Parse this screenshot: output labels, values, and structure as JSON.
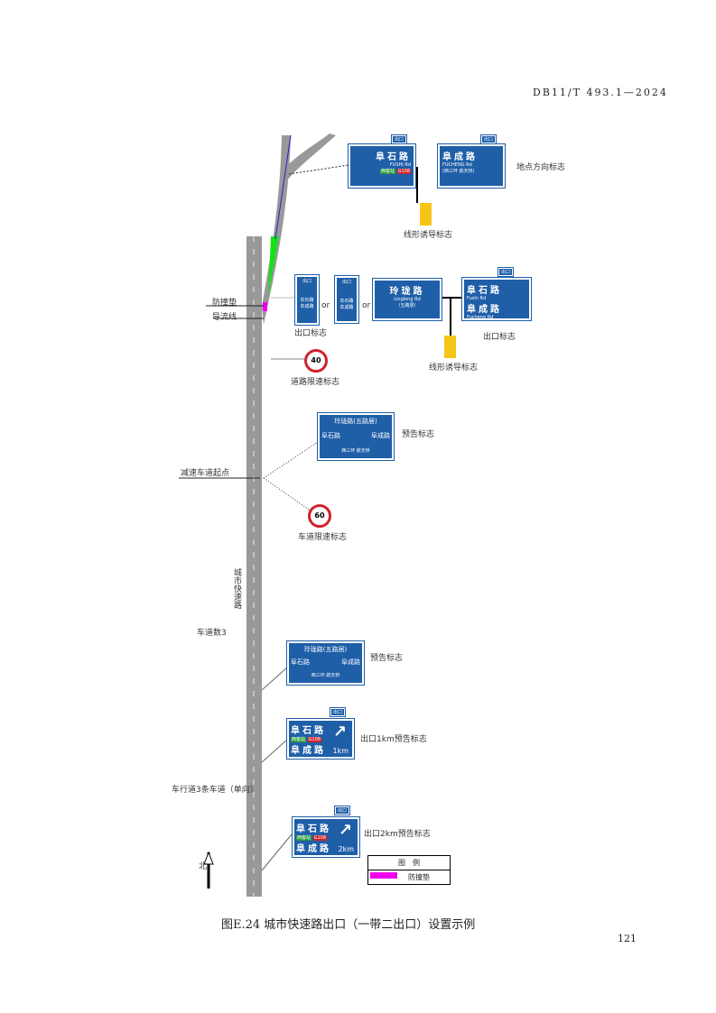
{
  "header": {
    "doc_id": "DB11/T 493.1—2024"
  },
  "caption": "图E.24 城市快速路出口（一带二出口）设置示例",
  "page_number": "121",
  "labels": {
    "direction_sign": "地点方向标志",
    "chevron_1": "线形诱导标志",
    "chevron_2": "线形诱导标志",
    "exit_sign_left": "出口标志",
    "exit_sign_right": "出口标志",
    "crash_cushion": "防撞垫",
    "guide_line": "导流线",
    "speed_limit_road": "道路限速标志",
    "advance_sign": "预告标志",
    "decel_start": "减速车道起点",
    "lane_speed": "车道限速标志",
    "road_name": "城市快速路",
    "lanes": "车道数3",
    "advance_sign_2": "预告标志",
    "exit_1km": "出口1km预告标志",
    "carriageway": "车行道3条车道（单向）",
    "exit_2km": "出口2km预告标志",
    "north": "北",
    "or1": "or",
    "or2": "or"
  },
  "signs": {
    "fushi": {
      "name": "阜石路",
      "pinyin": "FUSHI Rd",
      "note_g": "西客站",
      "note_r": "G108"
    },
    "fucheng": {
      "name": "阜成路",
      "pinyin": "FUCHENG Rd",
      "note": "(西三环 航天桥)"
    },
    "linglong": {
      "name": "玲珑路",
      "pinyin": "Linglong Rd",
      "note": "（五路居）"
    },
    "exit_right": {
      "line1": "阜石路",
      "py1": "Fushi Rd",
      "line2": "阜成路",
      "py2": "Fucheng Rd",
      "tag": "出口"
    },
    "small_exit": {
      "title": "出口",
      "l1": "阜石路",
      "l2": "阜成路"
    },
    "advance": {
      "top": "玲珑路",
      "top_note": "(五路居)",
      "left": "阜石路",
      "right": "阜成路",
      "bottom": "西三环 航天桥"
    },
    "km1": {
      "l1": "阜石路",
      "l2": "阜成路",
      "dist": "1km",
      "g": "西客站",
      "r": "G108"
    },
    "km2": {
      "l1": "阜石路",
      "l2": "阜成路",
      "dist": "2km",
      "g": "西客站",
      "r": "G108"
    },
    "tag": "出口",
    "speed_40": "40",
    "speed_60": "60"
  },
  "legend": {
    "title": "图　例",
    "item": "防撞垫"
  }
}
